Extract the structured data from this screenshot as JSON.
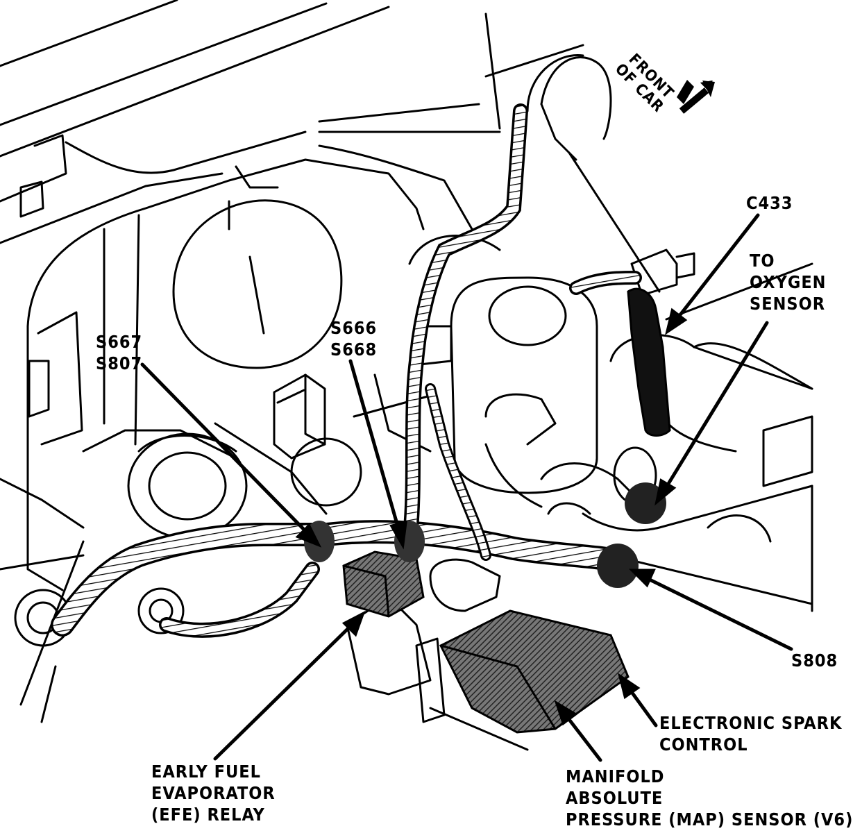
{
  "front_indicator": [
    "FRONT",
    "OF CAR"
  ],
  "labels": {
    "c433": [
      "C433"
    ],
    "oxygen_sensor": [
      "TO",
      "OXYGEN",
      "SENSOR"
    ],
    "s667_s807": [
      "S667",
      "S807"
    ],
    "s666_s668": [
      "S666",
      "S668"
    ],
    "s808": [
      "S808"
    ],
    "electronic_spark_control": [
      "ELECTRONIC SPARK",
      "CONTROL"
    ],
    "efe_relay": [
      "EARLY FUEL",
      "EVAPORATOR",
      "(EFE) RELAY"
    ],
    "map_sensor": [
      "MANIFOLD",
      "ABSOLUTE",
      "PRESSURE (MAP) SENSOR (V6)"
    ]
  }
}
